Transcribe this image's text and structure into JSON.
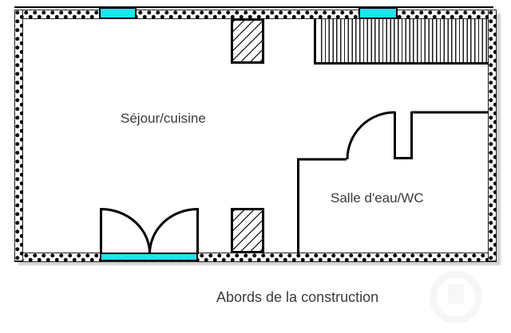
{
  "labels": {
    "living_room": "Séjour/cuisine",
    "bathroom": "Salle d'eau/WC",
    "caption": "Abords de la construction"
  },
  "colors": {
    "glazing": "#1FE4EA",
    "ink": "#000000",
    "text": "#3B3B3B"
  }
}
